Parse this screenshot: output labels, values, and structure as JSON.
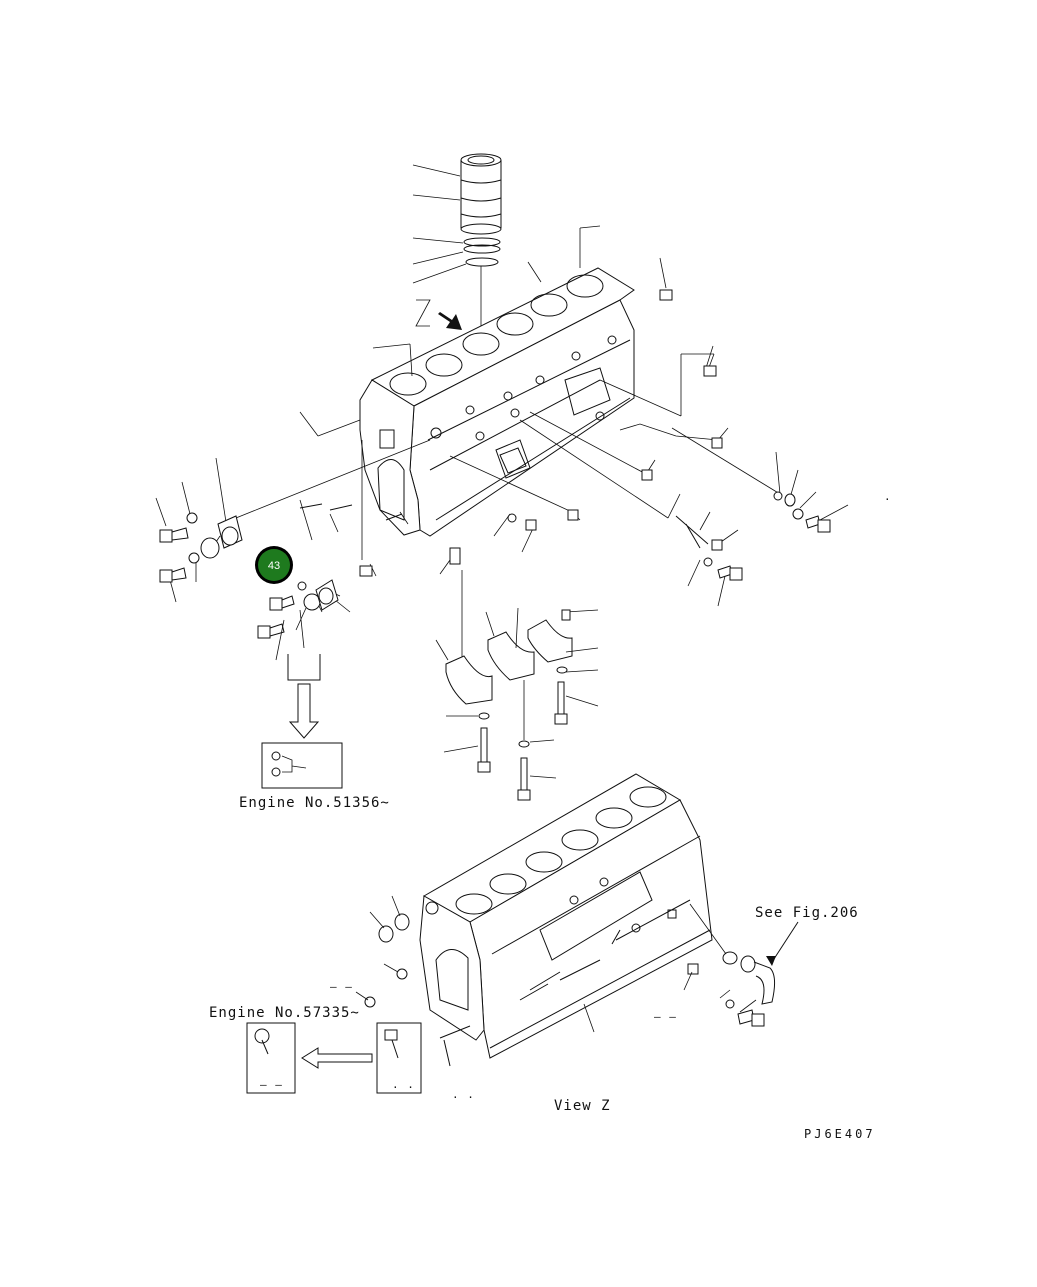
{
  "labels": {
    "z_mark": "Z",
    "engine_no_1": "Engine No.51356~",
    "engine_no_2": "Engine No.57335~",
    "see_fig": "See Fig.206",
    "view_z": "View Z",
    "drawing_code": "PJ6E407",
    "dash_1": "– –",
    "dash_2": "– –",
    "dash_3": "– –",
    "dash_4": ". .",
    "dash_5": ". .",
    "dash_6": "."
  },
  "callout": {
    "number": "43",
    "color": "#1e7a1e",
    "ring": "#000000"
  },
  "icons": [
    "arrow-view-z-icon",
    "arrow-down-icon",
    "arrow-left-icon"
  ]
}
